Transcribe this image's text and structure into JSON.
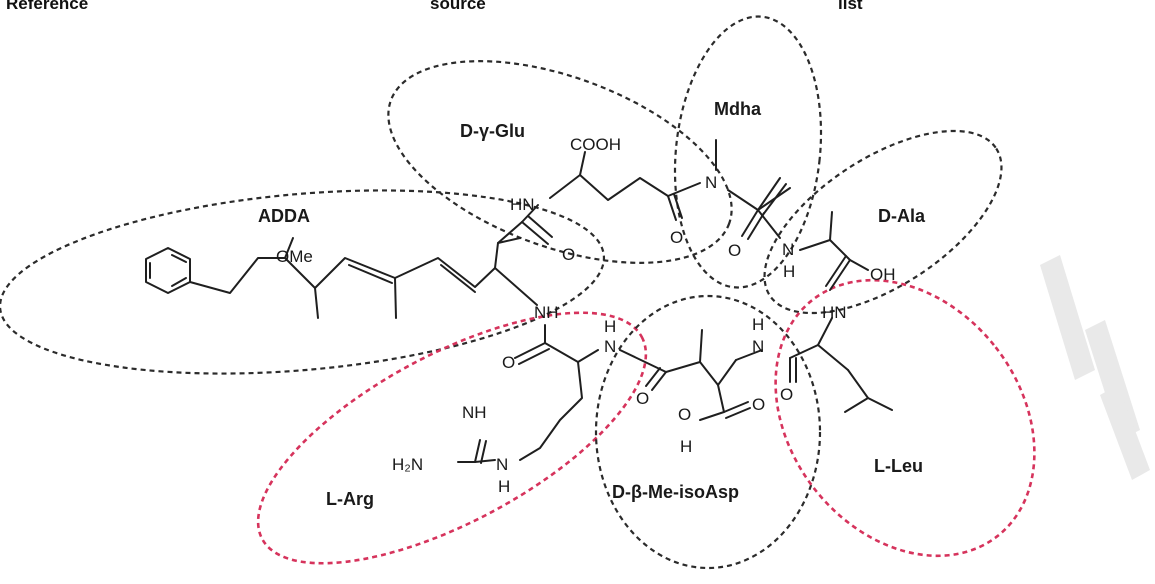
{
  "header": {
    "col1": "Reference",
    "col2": "source",
    "col3": "list"
  },
  "colors": {
    "black_ring": "#2b2b2b",
    "red_ring": "#d6335c"
  },
  "residues": {
    "adda": "ADDA",
    "glu": "D-γ-Glu",
    "mdha": "Mdha",
    "ala": "D-Ala",
    "arg": "L-Arg",
    "asp": "D-β-Me-isoAsp",
    "leu": "L-Leu"
  },
  "atoms": {
    "ome": "OMe",
    "cooh": "COOH",
    "hn_glu": "HN",
    "nh_adda": "NH",
    "o1": "O",
    "o2": "O",
    "n_mdha": "N",
    "o3": "O",
    "n_ala": "N",
    "h_ala": "H",
    "oh_ala": "OH",
    "hn_leu": "HN",
    "h_arg": "H",
    "n_arg": "N",
    "o4": "O",
    "o5": "O",
    "h_asp": "H",
    "n_asp": "N",
    "o6": "O",
    "o_acid": "O",
    "o_carb": "O",
    "h_acid": "H",
    "nh_imine": "NH",
    "h2n": "H₂N",
    "n_guan": "N",
    "h_guan": "H"
  }
}
